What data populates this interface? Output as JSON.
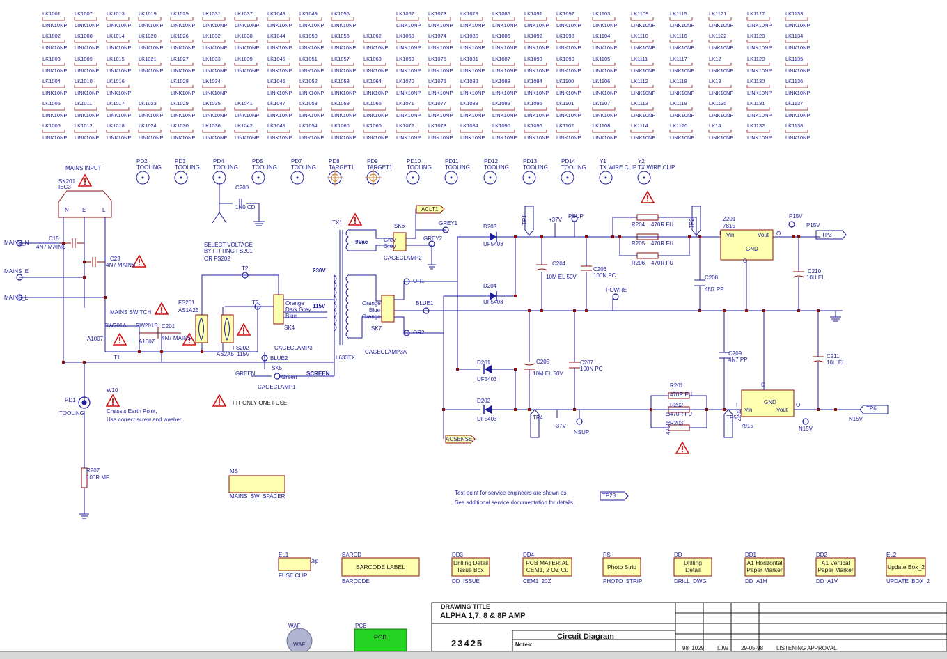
{
  "colors": {
    "wire": "#1d1d9a",
    "text": "#1d1d9a",
    "part": "#8b1010",
    "junction": "#8b1010",
    "box": "#ffffb0",
    "warn": "#d01010",
    "pcb": "#22d322"
  },
  "links": [
    {
      "d": "LK1001",
      "v": "LINK10NP"
    },
    {
      "d": "LK1007",
      "v": "LINK10NP"
    },
    {
      "d": "LK1013",
      "v": "LINK10NP"
    },
    {
      "d": "LK1019",
      "v": "LINK10NP"
    },
    {
      "d": "LK1025",
      "v": "LINK10NP"
    },
    {
      "d": "LK1031",
      "v": "LINK10NP"
    },
    {
      "d": "LK1037",
      "v": "LINK10NP"
    },
    {
      "d": "LK1043",
      "v": "LINK10NP"
    },
    {
      "d": "LK1049",
      "v": "LINK10NP"
    },
    {
      "d": "LK1055",
      "v": "LINK10NP"
    },
    {
      "d": "LK1067",
      "v": "LINK10NP"
    },
    {
      "d": "LK1073",
      "v": "LINK10NP"
    },
    {
      "d": "LK1079",
      "v": "LINK10NP"
    },
    {
      "d": "LK1085",
      "v": "LINK10NP"
    },
    {
      "d": "LK1091",
      "v": "LINK10NP"
    },
    {
      "d": "LK1097",
      "v": "LINK10NP"
    },
    {
      "d": "LK1103",
      "v": "LINK10NP"
    },
    {
      "d": "LK1109",
      "v": "LINK10NP"
    },
    {
      "d": "LK1115",
      "v": "LINK10NP"
    },
    {
      "d": "LK1121",
      "v": "LINK10NP"
    },
    {
      "d": "LK1127",
      "v": "LINK10NP"
    },
    {
      "d": "LK1133",
      "v": "LINK10NP"
    },
    {
      "d": "LK1002",
      "v": "LINK10NP"
    },
    {
      "d": "LK1008",
      "v": "LINK10NP"
    },
    {
      "d": "LK1014",
      "v": "LINK10NP"
    },
    {
      "d": "LK1020",
      "v": "LINK10NP"
    },
    {
      "d": "LK1026",
      "v": "LINK10NP"
    },
    {
      "d": "LK1032",
      "v": "LINK10NP"
    },
    {
      "d": "LK1038",
      "v": "LINK10NP"
    },
    {
      "d": "LK1044",
      "v": "LINK10NP"
    },
    {
      "d": "LK1050",
      "v": "LINK10NP"
    },
    {
      "d": "LK1056",
      "v": "LINK10NP"
    },
    {
      "d": "LK1062",
      "v": "LINK10NP"
    },
    {
      "d": "LK1068",
      "v": "LINK10NP"
    },
    {
      "d": "LK1074",
      "v": "LINK10NP"
    },
    {
      "d": "LK1080",
      "v": "LINK10NP"
    },
    {
      "d": "LK1086",
      "v": "LINK10NP"
    },
    {
      "d": "LK1092",
      "v": "LINK10NP"
    },
    {
      "d": "LK1098",
      "v": "LINK10NP"
    },
    {
      "d": "LK1104",
      "v": "LINK10NP"
    },
    {
      "d": "LK1110",
      "v": "LINK10NP"
    },
    {
      "d": "LK1116",
      "v": "LINK10NP"
    },
    {
      "d": "LK1122",
      "v": "LINK10NP"
    },
    {
      "d": "LK1128",
      "v": "LINK10NP"
    },
    {
      "d": "LK1134",
      "v": "LINK10NP"
    },
    {
      "d": "LK1003",
      "v": "LINK10NP"
    },
    {
      "d": "LK1009",
      "v": "LINK10NP"
    },
    {
      "d": "LK1015",
      "v": "LINK10NP"
    },
    {
      "d": "LK1021",
      "v": "LINK10NP"
    },
    {
      "d": "LK1027",
      "v": "LINK10NP"
    },
    {
      "d": "LK1033",
      "v": "LINK10NP"
    },
    {
      "d": "LK1039",
      "v": "LINK10NP"
    },
    {
      "d": "LK1045",
      "v": "LINK10NP"
    },
    {
      "d": "LK1051",
      "v": "LINK10NP"
    },
    {
      "d": "LK1057",
      "v": "LINK10NP"
    },
    {
      "d": "LK1063",
      "v": "LINK10NP"
    },
    {
      "d": "LK1069",
      "v": "LINK10NP"
    },
    {
      "d": "LK1075",
      "v": "LINK10NP"
    },
    {
      "d": "LK1081",
      "v": "LINK10NP"
    },
    {
      "d": "LK1087",
      "v": "LINK10NP"
    },
    {
      "d": "LK1093",
      "v": "LINK10NP"
    },
    {
      "d": "LK1099",
      "v": "LINK10NP"
    },
    {
      "d": "LK1105",
      "v": "LINK10NP"
    },
    {
      "d": "LK1111",
      "v": "LINK10NP"
    },
    {
      "d": "LK1117",
      "v": "LINK10NP"
    },
    {
      "d": "LK12",
      "v": "LINK10NP"
    },
    {
      "d": "LK1129",
      "v": "LINK10NP"
    },
    {
      "d": "LK1135",
      "v": "LINK10NP"
    },
    {
      "d": "LK1004",
      "v": "LINK10NP"
    },
    {
      "d": "LK1010",
      "v": "LINK10NP"
    },
    {
      "d": "LK1016",
      "v": "LINK10NP"
    },
    {
      "d": "LK1028",
      "v": "LINK10NP"
    },
    {
      "d": "LK1034",
      "v": "LINK10NP"
    },
    {
      "d": "LK1046",
      "v": "LINK10NP"
    },
    {
      "d": "LK1052",
      "v": "LINK10NP"
    },
    {
      "d": "LK1058",
      "v": "LINK10NP"
    },
    {
      "d": "LK1064",
      "v": "LINK10NP"
    },
    {
      "d": "LK1070",
      "v": "LINK10NP"
    },
    {
      "d": "LK1076",
      "v": "LINK10NP"
    },
    {
      "d": "LK1082",
      "v": "LINK10NP"
    },
    {
      "d": "LK1088",
      "v": "LINK10NP"
    },
    {
      "d": "LK1094",
      "v": "LINK10NP"
    },
    {
      "d": "LK1100",
      "v": "LINK10NP"
    },
    {
      "d": "LK1106",
      "v": "LINK10NP"
    },
    {
      "d": "LK1112",
      "v": "LINK10NP"
    },
    {
      "d": "LK1118",
      "v": "LINK10NP"
    },
    {
      "d": "LK13",
      "v": "LINK10NP"
    },
    {
      "d": "LK1130",
      "v": "LINK10NP"
    },
    {
      "d": "LK1136",
      "v": "LINK10NP"
    },
    {
      "d": "LK1005",
      "v": "LINK10NP"
    },
    {
      "d": "LK1011",
      "v": "LINK10NP"
    },
    {
      "d": "LK1017",
      "v": "LINK10NP"
    },
    {
      "d": "LK1023",
      "v": "LINK10NP"
    },
    {
      "d": "LK1029",
      "v": "LINK10NP"
    },
    {
      "d": "LK1035",
      "v": "LINK10NP"
    },
    {
      "d": "LK1041",
      "v": "LINK10NP"
    },
    {
      "d": "LK1047",
      "v": "LINK10NP"
    },
    {
      "d": "LK1053",
      "v": "LINK10NP"
    },
    {
      "d": "LK1059",
      "v": "LINK10NP"
    },
    {
      "d": "LK1065",
      "v": "LINK10NP"
    },
    {
      "d": "LK1071",
      "v": "LINK10NP"
    },
    {
      "d": "LK1077",
      "v": "LINK10NP"
    },
    {
      "d": "LK1083",
      "v": "LINK10NP"
    },
    {
      "d": "LK1089",
      "v": "LINK10NP"
    },
    {
      "d": "LK1095",
      "v": "LINK10NP"
    },
    {
      "d": "LK1101",
      "v": "LINK10NP"
    },
    {
      "d": "LK1107",
      "v": "LINK10NP"
    },
    {
      "d": "LK1113",
      "v": "LINK10NP"
    },
    {
      "d": "LK1119",
      "v": "LINK10NP"
    },
    {
      "d": "LK1125",
      "v": "LINK10NP"
    },
    {
      "d": "LK1131",
      "v": "LINK10NP"
    },
    {
      "d": "LK1137",
      "v": "LINK10NP"
    },
    {
      "d": "LK1006",
      "v": "LINK10NP"
    },
    {
      "d": "LK1012",
      "v": "LINK10NP"
    },
    {
      "d": "LK1018",
      "v": "LINK10NP"
    },
    {
      "d": "LK1024",
      "v": "LINK10NP"
    },
    {
      "d": "LK1030",
      "v": "LINK10NP"
    },
    {
      "d": "LK1036",
      "v": "LINK10NP"
    },
    {
      "d": "LK1042",
      "v": "LINK10NP"
    },
    {
      "d": "LK1048",
      "v": "LINK10NP"
    },
    {
      "d": "LK1054",
      "v": "LINK10NP"
    },
    {
      "d": "LK1060",
      "v": "LINK10NP"
    },
    {
      "d": "LK1066",
      "v": "LINK10NP"
    },
    {
      "d": "LK1072",
      "v": "LINK10NP"
    },
    {
      "d": "LK1078",
      "v": "LINK10NP"
    },
    {
      "d": "LK1084",
      "v": "LINK10NP"
    },
    {
      "d": "LK1090",
      "v": "LINK10NP"
    },
    {
      "d": "LK1096",
      "v": "LINK10NP"
    },
    {
      "d": "LK1102",
      "v": "LINK10NP"
    },
    {
      "d": "LK1108",
      "v": "LINK10NP"
    },
    {
      "d": "LK1114",
      "v": "LINK10NP"
    },
    {
      "d": "LK1120",
      "v": "LINK10NP"
    },
    {
      "d": "LK14",
      "v": "LINK10NP"
    },
    {
      "d": "LK1132",
      "v": "LINK10NP"
    },
    {
      "d": "LK1138",
      "v": "LINK10NP"
    }
  ],
  "tooling": [
    {
      "d": "PD2",
      "v": "TOOLING"
    },
    {
      "d": "PD3",
      "v": "TOOLING"
    },
    {
      "d": "PD4",
      "v": "TOOLING"
    },
    {
      "d": "PD5",
      "v": "TOOLING"
    },
    {
      "d": "PD7",
      "v": "TOOLING"
    },
    {
      "d": "PD8",
      "v": "TARGET1"
    },
    {
      "d": "PD9",
      "v": "TARGET1"
    },
    {
      "d": "PD10",
      "v": "TOOLING"
    },
    {
      "d": "PD11",
      "v": "TOOLING"
    },
    {
      "d": "PD12",
      "v": "TOOLING"
    },
    {
      "d": "PD13",
      "v": "TOOLING"
    },
    {
      "d": "PD14",
      "v": "TOOLING"
    },
    {
      "d": "Y1",
      "v": "TX WIRE CLIP"
    },
    {
      "d": "Y2",
      "v": "TX WIRE CLIP"
    }
  ],
  "labels": [
    "MAINS INPUT",
    "SK201",
    "IEC3",
    "N",
    "E",
    "L",
    "MAINS_N",
    "MAINS_E",
    "MAINS_L",
    "C15",
    "4N7 MAINS",
    "C23",
    "4N7 MAINS",
    "C200",
    "1N0 CD",
    "SELECT VOLTAGE",
    "BY FITTING FS201",
    "OR FS202",
    "T2",
    "T3",
    "FS201",
    "AS1A25",
    "FS202",
    "AS2A5_115V",
    "MAINS SWITCH",
    "SW201A",
    "SW201B",
    "A1007",
    "A1007",
    "T1",
    "C201",
    "4N7 MAINS",
    "Orange",
    "Dark Grey",
    "Blue",
    "SK4",
    "CAGECLAMP3",
    "BLUE2",
    "GREEN",
    "SK5",
    "Green",
    "CAGECLAMP1",
    "SCREEN",
    "230V",
    "115V",
    "TX1",
    "L633TX",
    "9Vac",
    "Grey",
    "Grey",
    "SK6",
    "CAGECLAMP2",
    "GREY1",
    "GREY2",
    "ACLT1",
    "OR1",
    "BLUE1",
    "OR2",
    "Orange",
    "Blue",
    "Orange",
    "SK7",
    "CAGECLAMP3A",
    "D203",
    "UF5403",
    "D204",
    "UF5403",
    "D201",
    "UF5403",
    "D202",
    "UF5403",
    "TP1",
    "+37V",
    "PSUP",
    "C204",
    "10M EL 50V",
    "C206",
    "100N PC",
    "R204",
    "470R FU",
    "R205",
    "470R FU",
    "R206",
    "470R FU",
    "TP2",
    "C208",
    "4N7 PP",
    "POWRE",
    "Z201",
    "7815",
    "Vin",
    "GND",
    "Vout",
    "G",
    "I",
    "O",
    "P15V",
    "P15V",
    "TP3",
    "C210",
    "10U EL",
    "C205",
    "10M EL 50V",
    "C207",
    "100N PC",
    "TP4",
    "-37V",
    "NSUP",
    "R201",
    "470R FU",
    "R202",
    "470R FU",
    "R203",
    "470R FU",
    "TP5",
    "C209",
    "4N7 PP",
    "Z202",
    "7915",
    "Vin",
    "GND",
    "Vout",
    "G",
    "I",
    "O",
    "C211",
    "10U EL",
    "N15V",
    "N15V",
    "TP6",
    "ACSENSE",
    "PD1",
    "TOOLING",
    "W10",
    "Chassis Earth Point,",
    "Use correct screw and washer.",
    "FIT ONLY ONE FUSE",
    "R207",
    "100R MF",
    "MS",
    "MAINS SW SPACER",
    "MAINS_SW_SPACER",
    "Test point for service engineers are shown as",
    "See additional service documentation for details.",
    "TP28"
  ],
  "boxes": [
    {
      "top": "EL1",
      "top2": "Spare Fuse Clip",
      "body": "",
      "bottom": "FUSE CLIP"
    },
    {
      "top": "BARCD",
      "top2": "",
      "body": "BARCODE LABEL",
      "bottom": "BARCODE"
    },
    {
      "top": "DD3",
      "top2": "",
      "body": "Drilling Detail|Issue Box",
      "bottom": "DD_ISSUE"
    },
    {
      "top": "DD4",
      "top2": "",
      "body": "PCB MATERIAL|CEM1, 2 OZ Cu",
      "bottom": "CEM1_20Z"
    },
    {
      "top": "PS",
      "top2": "",
      "body": "Photo Strip",
      "bottom": "PHOTO_STRIP"
    },
    {
      "top": "DD",
      "top2": "",
      "body": "Drilling|Detail",
      "bottom": "DRILL_DWG"
    },
    {
      "top": "DD1",
      "top2": "",
      "body": "A1 Horizontal|Paper Marker",
      "bottom": "DD_A1H"
    },
    {
      "top": "DD2",
      "top2": "",
      "body": "A1 Vertical|Paper Marker",
      "bottom": "DD_A1V"
    },
    {
      "top": "EL2",
      "top2": "",
      "body": "Update Box_2",
      "bottom": "UPDATE_BOX_2"
    }
  ],
  "title_block": {
    "drawing_title_label": "DRAWING TITLE",
    "title": "ALPHA  1,7, 8 & 8P AMP",
    "number": "23425",
    "notes_label": "Notes:",
    "subtitle": "Circuit Diagram",
    "rev_no": "98_1029",
    "rev_by": "LJW",
    "rev_date": "29-05-98",
    "rev_desc": "LISTENING APPROVAL",
    "waf": "WAF",
    "waf_seal": "WAF",
    "pcb_label": "PCB",
    "pcb_text": "PCB"
  }
}
